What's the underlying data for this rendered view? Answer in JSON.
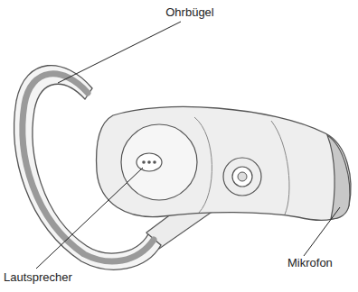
{
  "diagram": {
    "labels": [
      "Ohrbügel",
      "Lautsprecher",
      "Mikrofon"
    ]
  }
}
